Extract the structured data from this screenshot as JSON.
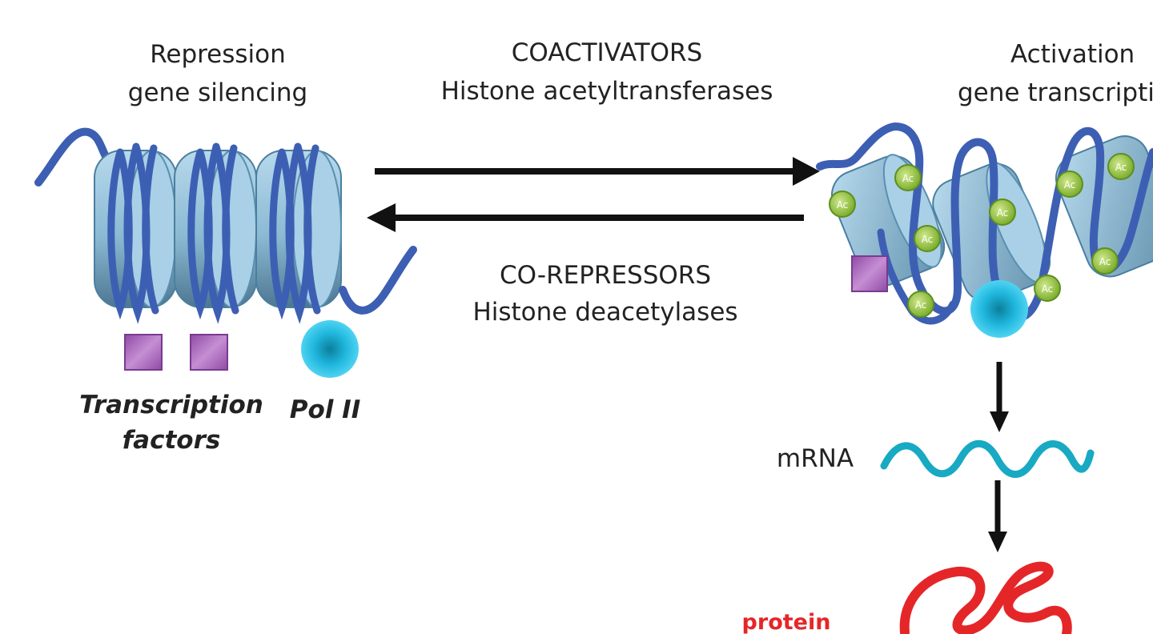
{
  "repression": {
    "title": "Repression",
    "subtitle": "gene silencing"
  },
  "activation": {
    "title": "Activation",
    "subtitle": "gene transcription"
  },
  "coactivators": {
    "title": "COACTIVATORS",
    "subtitle": "Histone acetyltransferases"
  },
  "corepressors": {
    "title": "CO-REPRESSORS",
    "subtitle": "Histone deacetylases"
  },
  "legend": {
    "transcription_factors_line1": "Transcription",
    "transcription_factors_line2": "factors",
    "pol2": "Pol II"
  },
  "products": {
    "mrna": "mRNA",
    "protein": "protein"
  },
  "acetyl_tag": "Ac",
  "colors": {
    "dna": "#3d5fb3",
    "histone": "#8ebbd6",
    "transcription_factor": "#a35fb4",
    "pol2": "#27c0e6",
    "acetyl": "#9bcc4a",
    "mrna": "#18a9c3",
    "protein": "#e52628",
    "text": "#222222"
  }
}
